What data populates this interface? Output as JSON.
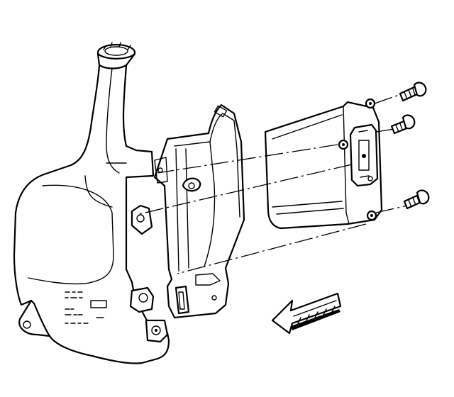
{
  "diagram": {
    "parts": [
      {
        "name": "washer-fluid-reservoir"
      },
      {
        "name": "filler-neck-cap"
      },
      {
        "name": "mounting-bracket"
      },
      {
        "name": "module-housing"
      },
      {
        "name": "fastener-bolt-upper"
      },
      {
        "name": "fastener-bolt-middle"
      },
      {
        "name": "fastener-bolt-lower"
      },
      {
        "name": "front-direction-arrow"
      }
    ],
    "colors": {
      "line": "#000000",
      "background": "#ffffff"
    }
  }
}
